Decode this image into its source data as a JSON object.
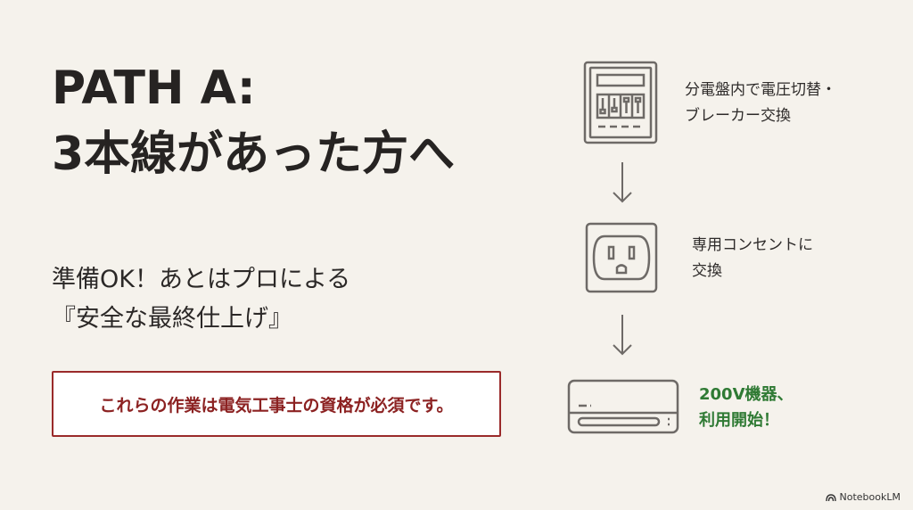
{
  "slide": {
    "title_line1": "PATH A:",
    "title_line2": "3本線があった方へ",
    "subtitle_line1": "準備OK！あとはプロによる",
    "subtitle_line2": "『安全な最終仕上げ』",
    "warning": "これらの作業は電気工事士の資格が必須です。"
  },
  "flow": {
    "steps": [
      {
        "icon": "breaker-panel-icon",
        "line1": "分電盤内で電圧切替・",
        "line2": "ブレーカー交換"
      },
      {
        "icon": "outlet-icon",
        "line1": "専用コンセントに",
        "line2": "交換"
      },
      {
        "icon": "air-conditioner-icon",
        "line1": "200V機器、",
        "line2": "利用開始！"
      }
    ]
  },
  "colors": {
    "background": "#f5f2ec",
    "warning_red": "#9a2a2a",
    "success_green": "#2f7a34",
    "icon_stroke": "#6e6a67"
  },
  "brand": {
    "label": "NotebookLM"
  }
}
